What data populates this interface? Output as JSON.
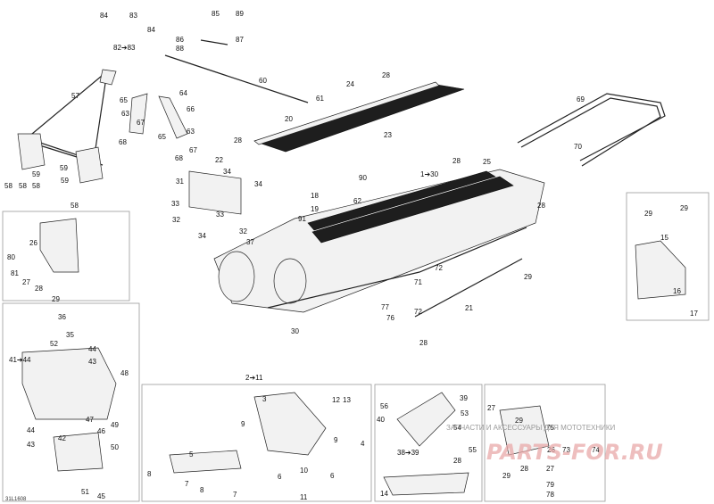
{
  "diagram": {
    "code": "31L1608",
    "labels": [
      {
        "id": "84a",
        "text": "84"
      },
      {
        "id": "83a",
        "text": "83"
      },
      {
        "id": "84b",
        "text": "84"
      },
      {
        "id": "8283",
        "text": "82➔83"
      },
      {
        "id": "85",
        "text": "85"
      },
      {
        "id": "89",
        "text": "89"
      },
      {
        "id": "86",
        "text": "86"
      },
      {
        "id": "87",
        "text": "87"
      },
      {
        "id": "88",
        "text": "88"
      },
      {
        "id": "60",
        "text": "60"
      },
      {
        "id": "61",
        "text": "61"
      },
      {
        "id": "20",
        "text": "20"
      },
      {
        "id": "24",
        "text": "24"
      },
      {
        "id": "28a",
        "text": "28"
      },
      {
        "id": "23",
        "text": "23"
      },
      {
        "id": "69",
        "text": "69"
      },
      {
        "id": "70",
        "text": "70"
      },
      {
        "id": "57",
        "text": "57"
      },
      {
        "id": "58a",
        "text": "58"
      },
      {
        "id": "58b",
        "text": "58"
      },
      {
        "id": "58c",
        "text": "58"
      },
      {
        "id": "58d",
        "text": "58"
      },
      {
        "id": "59a",
        "text": "59"
      },
      {
        "id": "59b",
        "text": "59"
      },
      {
        "id": "59c",
        "text": "59"
      },
      {
        "id": "65a",
        "text": "65"
      },
      {
        "id": "64",
        "text": "64"
      },
      {
        "id": "63a",
        "text": "63"
      },
      {
        "id": "67a",
        "text": "67"
      },
      {
        "id": "66",
        "text": "66"
      },
      {
        "id": "63b",
        "text": "63"
      },
      {
        "id": "68a",
        "text": "68"
      },
      {
        "id": "65b",
        "text": "65"
      },
      {
        "id": "67b",
        "text": "67"
      },
      {
        "id": "68b",
        "text": "68"
      },
      {
        "id": "28b",
        "text": "28"
      },
      {
        "id": "22",
        "text": "22"
      },
      {
        "id": "34a",
        "text": "34"
      },
      {
        "id": "31",
        "text": "31"
      },
      {
        "id": "34b",
        "text": "34"
      },
      {
        "id": "33a",
        "text": "33"
      },
      {
        "id": "33b",
        "text": "33"
      },
      {
        "id": "32a",
        "text": "32"
      },
      {
        "id": "34c",
        "text": "34"
      },
      {
        "id": "32b",
        "text": "32"
      },
      {
        "id": "1to30",
        "text": "1➔30"
      },
      {
        "id": "90",
        "text": "90"
      },
      {
        "id": "18",
        "text": "18"
      },
      {
        "id": "19",
        "text": "19"
      },
      {
        "id": "62",
        "text": "62"
      },
      {
        "id": "91",
        "text": "91"
      },
      {
        "id": "37",
        "text": "37"
      },
      {
        "id": "28c",
        "text": "28"
      },
      {
        "id": "25",
        "text": "25"
      },
      {
        "id": "28d",
        "text": "28"
      },
      {
        "id": "72a",
        "text": "72"
      },
      {
        "id": "71",
        "text": "71"
      },
      {
        "id": "29a",
        "text": "29"
      },
      {
        "id": "21",
        "text": "21"
      },
      {
        "id": "77",
        "text": "77"
      },
      {
        "id": "76",
        "text": "76"
      },
      {
        "id": "72b",
        "text": "72"
      },
      {
        "id": "28e",
        "text": "28"
      },
      {
        "id": "30",
        "text": "30"
      },
      {
        "id": "26a",
        "text": "26"
      },
      {
        "id": "80",
        "text": "80"
      },
      {
        "id": "81",
        "text": "81"
      },
      {
        "id": "27a",
        "text": "27"
      },
      {
        "id": "28f",
        "text": "28"
      },
      {
        "id": "29b",
        "text": "29"
      },
      {
        "id": "29c",
        "text": "29"
      },
      {
        "id": "29d",
        "text": "29"
      },
      {
        "id": "15",
        "text": "15"
      },
      {
        "id": "16",
        "text": "16"
      },
      {
        "id": "17",
        "text": "17"
      },
      {
        "id": "36",
        "text": "36"
      },
      {
        "id": "35",
        "text": "35"
      },
      {
        "id": "52",
        "text": "52"
      },
      {
        "id": "4144",
        "text": "41➔44"
      },
      {
        "id": "44a",
        "text": "44"
      },
      {
        "id": "43a",
        "text": "43"
      },
      {
        "id": "48",
        "text": "48"
      },
      {
        "id": "47",
        "text": "47"
      },
      {
        "id": "49",
        "text": "49"
      },
      {
        "id": "46",
        "text": "46"
      },
      {
        "id": "44b",
        "text": "44"
      },
      {
        "id": "43b",
        "text": "43"
      },
      {
        "id": "42",
        "text": "42"
      },
      {
        "id": "50",
        "text": "50"
      },
      {
        "id": "51",
        "text": "51"
      },
      {
        "id": "45",
        "text": "45"
      },
      {
        "id": "2to11",
        "text": "2➔11"
      },
      {
        "id": "3",
        "text": "3"
      },
      {
        "id": "12",
        "text": "12"
      },
      {
        "id": "13",
        "text": "13"
      },
      {
        "id": "9a",
        "text": "9"
      },
      {
        "id": "9b",
        "text": "9"
      },
      {
        "id": "4",
        "text": "4"
      },
      {
        "id": "5",
        "text": "5"
      },
      {
        "id": "8a",
        "text": "8"
      },
      {
        "id": "7a",
        "text": "7"
      },
      {
        "id": "6a",
        "text": "6"
      },
      {
        "id": "10",
        "text": "10"
      },
      {
        "id": "6b",
        "text": "6"
      },
      {
        "id": "8b",
        "text": "8"
      },
      {
        "id": "7b",
        "text": "7"
      },
      {
        "id": "11",
        "text": "11"
      },
      {
        "id": "56",
        "text": "56"
      },
      {
        "id": "39a",
        "text": "39"
      },
      {
        "id": "40",
        "text": "40"
      },
      {
        "id": "53",
        "text": "53"
      },
      {
        "id": "54",
        "text": "54"
      },
      {
        "id": "3839",
        "text": "38➔39"
      },
      {
        "id": "55",
        "text": "55"
      },
      {
        "id": "28g",
        "text": "28"
      },
      {
        "id": "14",
        "text": "14"
      },
      {
        "id": "27b",
        "text": "27"
      },
      {
        "id": "29e",
        "text": "29"
      },
      {
        "id": "75",
        "text": "75"
      },
      {
        "id": "26b",
        "text": "26"
      },
      {
        "id": "73",
        "text": "73"
      },
      {
        "id": "74",
        "text": "74"
      },
      {
        "id": "29f",
        "text": "29"
      },
      {
        "id": "28h",
        "text": "28"
      },
      {
        "id": "27c",
        "text": "27"
      },
      {
        "id": "79",
        "text": "79"
      },
      {
        "id": "78",
        "text": "78"
      }
    ]
  },
  "watermark": {
    "tagline": "ЗАПЧАСТИ И АКСЕССУАРЫ ДЛЯ МОТОТЕХНИКИ",
    "logo": "PARTS-FOR.RU"
  }
}
